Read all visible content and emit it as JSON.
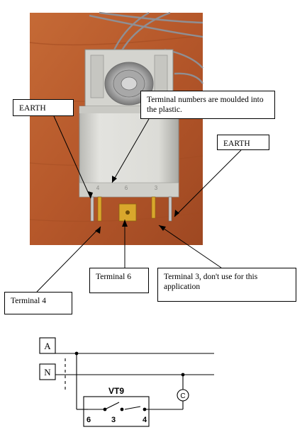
{
  "callouts": {
    "earth_left": "EARTH",
    "terminal_numbers_note": "Terminal numbers are moulded into the plastic.",
    "earth_right": "EARTH",
    "terminal_6": "Terminal 6",
    "terminal_3": "Terminal 3,  don't use for this application",
    "terminal_4": "Terminal 4"
  },
  "photo_marks": {
    "num_left": "4",
    "num_mid": "6",
    "num_right": "3"
  },
  "schematic": {
    "line_a": "A",
    "line_n": "N",
    "device": "VT9",
    "pin_6": "6",
    "pin_3": "3",
    "pin_4": "4",
    "motor_symbol": "C"
  },
  "colors": {
    "wood": "#b85a2c",
    "thermostat_body": "#dcdcd8",
    "brass": "#d9a72c",
    "capillary": "#8f8f94"
  }
}
